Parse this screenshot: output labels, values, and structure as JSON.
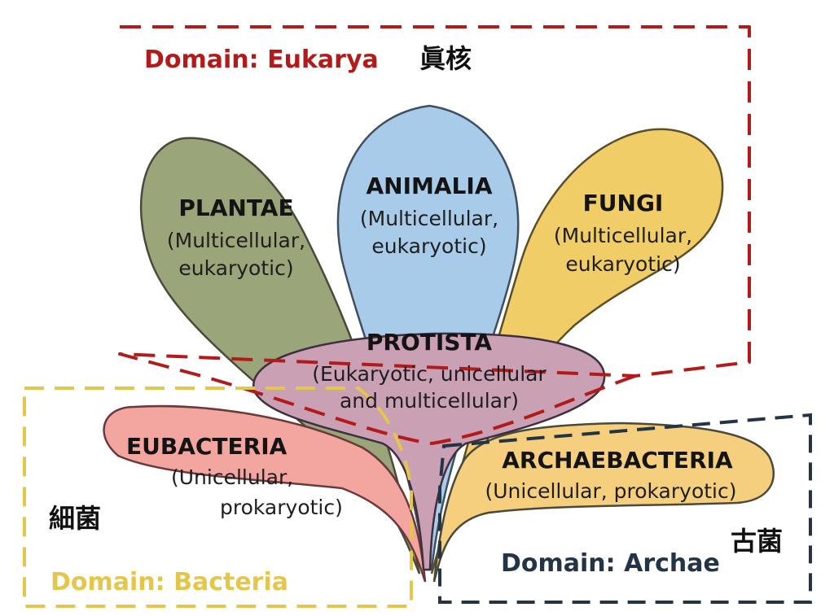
{
  "colors": {
    "eukarya": "#b31b1b",
    "bacteria": "#e3c64a",
    "archae": "#243447",
    "plantae": "#9aa57a",
    "animalia": "#a9cbea",
    "fungi": "#f0cd66",
    "protista": "#caa0b4",
    "eubacteria": "#f3a6a0",
    "archaebacteria": "#f5cf7d"
  },
  "domains": {
    "eukarya": {
      "label": "Domain:  Eukarya",
      "kanji": "眞核"
    },
    "bacteria": {
      "label": "Domain:  Bacteria",
      "kanji": "細菌"
    },
    "archae": {
      "label": "Domain:  Archae",
      "kanji": "古菌"
    }
  },
  "kingdoms": {
    "plantae": {
      "name": "PLANTAE",
      "desc": [
        "(Multicellular,",
        "eukaryotic)"
      ]
    },
    "animalia": {
      "name": "ANIMALIA",
      "desc": [
        "(Multicellular,",
        "eukaryotic)"
      ]
    },
    "fungi": {
      "name": "FUNGI",
      "desc": [
        "(Multicellular,",
        "eukaryotic)"
      ]
    },
    "protista": {
      "name": "PROTISTA",
      "desc": [
        "(Eukaryotic, unicellular",
        "and multicellular)"
      ]
    },
    "eubacteria": {
      "name": "EUBACTERIA",
      "desc": [
        "(Unicellular,",
        "prokaryotic)"
      ]
    },
    "archaebacteria": {
      "name": "ARCHAEBACTERIA",
      "desc": [
        "(Unicellular, prokaryotic)"
      ]
    }
  }
}
